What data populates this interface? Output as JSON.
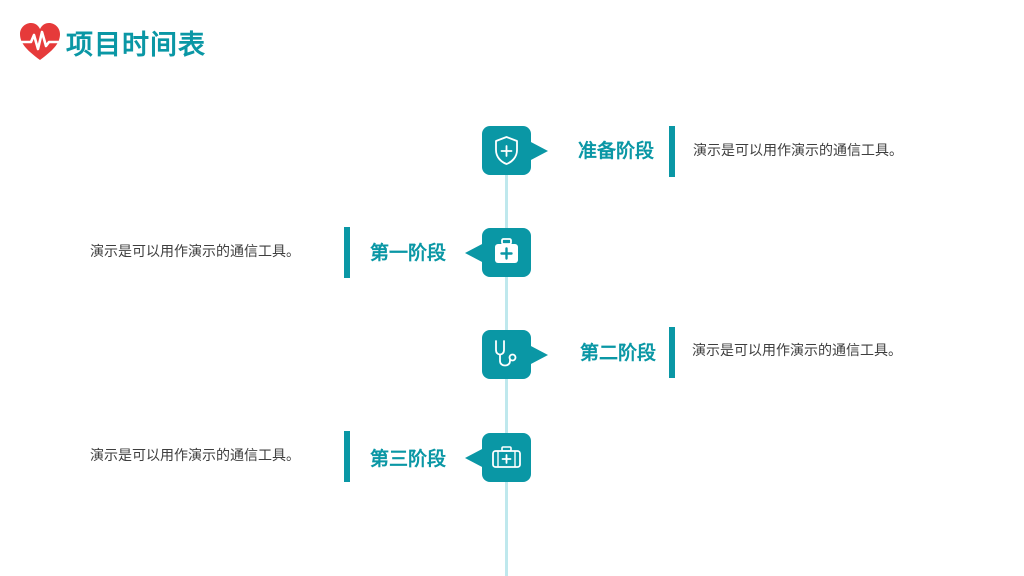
{
  "header": {
    "title": "项目时间表",
    "logo_icon": "heart-pulse-icon"
  },
  "colors": {
    "accent": "#0a97a5",
    "line": "#bfe8ed",
    "logo": "#e63a3a",
    "text": "#3e3e3e"
  },
  "stages": [
    {
      "label": "准备阶段",
      "description": "演示是可以用作演示的通信工具。",
      "icon": "shield-plus-icon",
      "side": "right"
    },
    {
      "label": "第一阶段",
      "description": "演示是可以用作演示的通信工具。",
      "icon": "first-aid-kit-icon",
      "side": "left"
    },
    {
      "label": "第二阶段",
      "description": "演示是可以用作演示的通信工具。",
      "icon": "stethoscope-icon",
      "side": "right"
    },
    {
      "label": "第三阶段",
      "description": "演示是可以用作演示的通信工具。",
      "icon": "medical-case-icon",
      "side": "left"
    }
  ]
}
